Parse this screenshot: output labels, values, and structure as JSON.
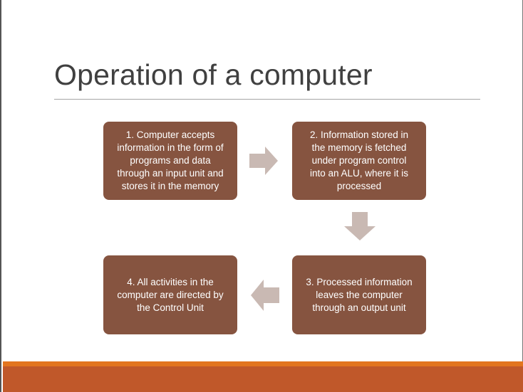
{
  "slide": {
    "title": "Operation of a computer",
    "steps": [
      {
        "text": "1. Computer accepts\ninformation in the form of\nprograms and data\nthrough an input unit and\nstores it in the memory"
      },
      {
        "text": "2. Information stored in\nthe memory is fetched\nunder program control\ninto an ALU, where it is\nprocessed"
      },
      {
        "text": "3. Processed information\nleaves the computer\nthrough an output unit"
      },
      {
        "text": "4. All activities in the\ncomputer are directed by\nthe Control Unit"
      }
    ],
    "colors": {
      "box": "#865440",
      "arrow": "#c9b9b3",
      "title_text": "#404040",
      "footer_stripe": "#e2751f",
      "footer_band": "#c0582a"
    },
    "arrows": [
      "arrow-right",
      "arrow-down",
      "arrow-left"
    ]
  }
}
